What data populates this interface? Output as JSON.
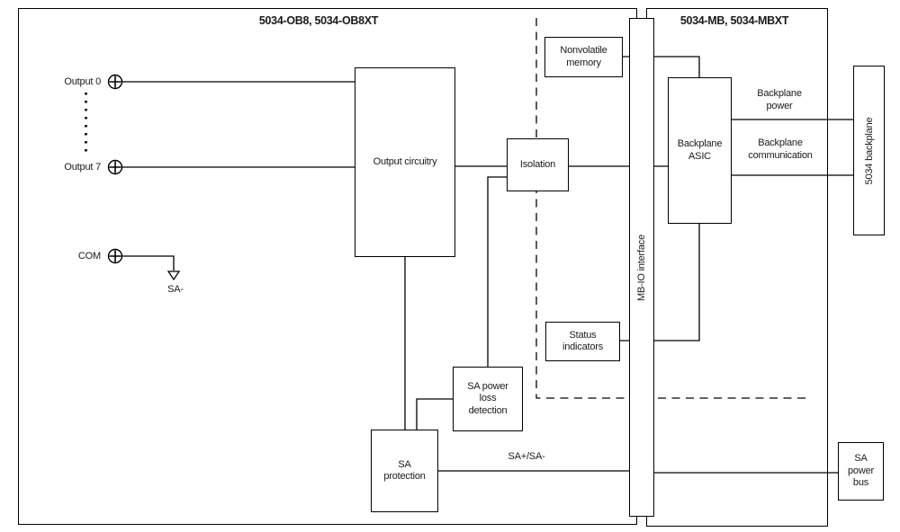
{
  "colors": {
    "line": "#000000",
    "background": "#ffffff",
    "text": "#1a1a1a"
  },
  "titles": {
    "left_module": "5034-OB8, 5034-OB8XT",
    "right_module": "5034-MB, 5034-MBXT"
  },
  "terminals": {
    "output0": "Output 0",
    "output7": "Output 7",
    "com": "COM"
  },
  "net_labels": {
    "sa_minus": "SA-",
    "sa_bus": "SA+/SA-",
    "backplane_power": "Backplane\npower",
    "backplane_comm": "Backplane\ncommunication"
  },
  "blocks": {
    "output_circuitry": "Output circuitry",
    "isolation": "Isolation",
    "nonvolatile_memory": "Nonvolatile\nmemory",
    "status_indicators": "Status\nindicators",
    "sa_power_loss_detection": "SA power\nloss\ndetection",
    "sa_protection": "SA\nprotection",
    "backplane_asic": "Backplane\nASIC",
    "mb_io_interface": "MB-IO interface",
    "backplane_5034": "5034 backplane",
    "sa_power_bus": "SA\npower\nbus"
  }
}
